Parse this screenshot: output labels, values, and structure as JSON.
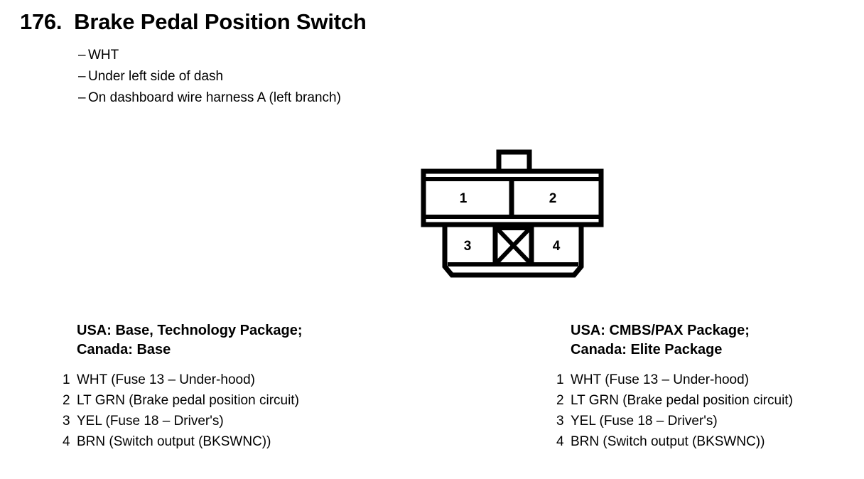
{
  "header": {
    "item_number": "176.",
    "title": "Brake Pedal Position Switch",
    "bullets": [
      "WHT",
      "Under left side of dash",
      "On dashboard wire harness A (left branch)"
    ],
    "dash": "–"
  },
  "connector": {
    "name": "brake-pedal-position-switch-connector",
    "top_row": [
      {
        "cavity": "1"
      },
      {
        "cavity": "2"
      }
    ],
    "bottom_row": [
      {
        "cavity": "3"
      },
      {
        "cavity": "X",
        "blocked": true
      },
      {
        "cavity": "4"
      }
    ]
  },
  "variants": [
    {
      "heading_line1": "USA: Base, Technology Package;",
      "heading_line2": "Canada: Base",
      "pins": [
        {
          "index": "1",
          "text": "WHT (Fuse 13 – Under-hood)"
        },
        {
          "index": "2",
          "text": "LT GRN (Brake pedal position circuit)"
        },
        {
          "index": "3",
          "text": "YEL (Fuse 18 – Driver's)"
        },
        {
          "index": "4",
          "text": "BRN (Switch output (BKSWNC))"
        }
      ]
    },
    {
      "heading_line1": "USA: CMBS/PAX Package;",
      "heading_line2": "Canada: Elite Package",
      "pins": [
        {
          "index": "1",
          "text": "WHT (Fuse 13 – Under-hood)"
        },
        {
          "index": "2",
          "text": "LT GRN (Brake pedal position circuit)"
        },
        {
          "index": "3",
          "text": "YEL (Fuse 18 – Driver's)"
        },
        {
          "index": "4",
          "text": "BRN (Switch output (BKSWNC))"
        }
      ]
    }
  ],
  "colors": {
    "ink": "#000000",
    "paper": "#ffffff"
  }
}
